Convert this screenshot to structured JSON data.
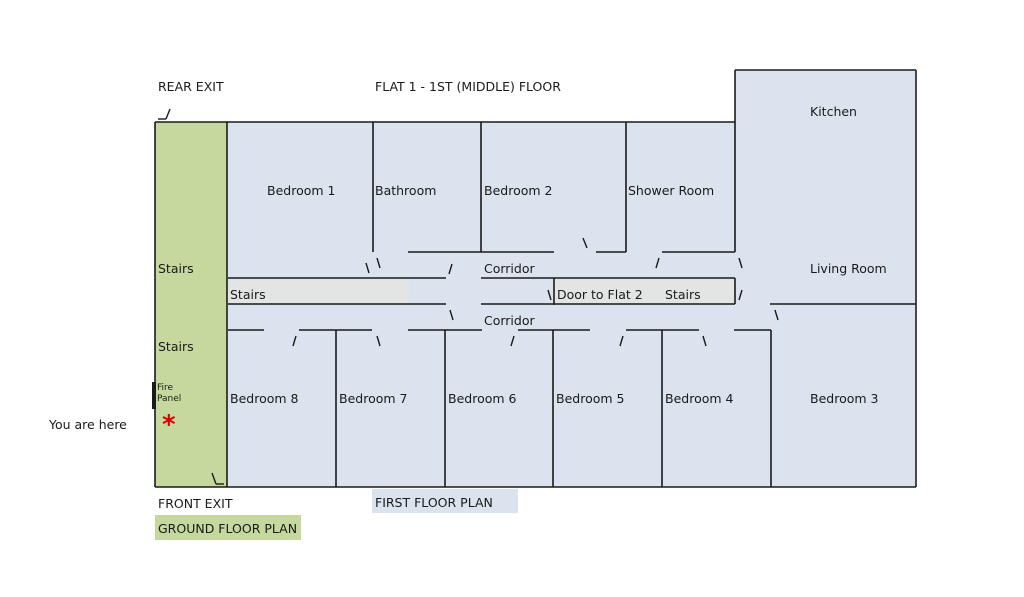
{
  "title": "FLAT 1 - 1ST (MIDDLE) FLOOR",
  "exits": {
    "rear": "REAR EXIT",
    "front": "FRONT EXIT"
  },
  "you_are_here": "You are here",
  "you_are_here_marker": "*",
  "fire_panel": "Fire Panel",
  "ground_floor": {
    "stairs_upper": "Stairs",
    "stairs_lower": "Stairs"
  },
  "rooms": {
    "bedroom1": "Bedroom 1",
    "bathroom": "Bathroom",
    "bedroom2": "Bedroom 2",
    "shower": "Shower Room",
    "kitchen": "Kitchen",
    "living": "Living Room",
    "bedroom8": "Bedroom 8",
    "bedroom7": "Bedroom 7",
    "bedroom6": "Bedroom 6",
    "bedroom5": "Bedroom 5",
    "bedroom4": "Bedroom 4",
    "bedroom3": "Bedroom 3"
  },
  "corridor_upper": "Corridor",
  "corridor_lower": "Corridor",
  "stairs_left": "Stairs",
  "door_flat2": "Door to Flat 2",
  "stairs_right": "Stairs",
  "legend": {
    "ground": "GROUND FLOOR PLAN",
    "first": "FIRST FLOOR PLAN"
  },
  "colors": {
    "ground": "#c5d89d",
    "first": "#dbe4ee",
    "stairs": "#e2e5e4",
    "marker": "#e00000"
  }
}
